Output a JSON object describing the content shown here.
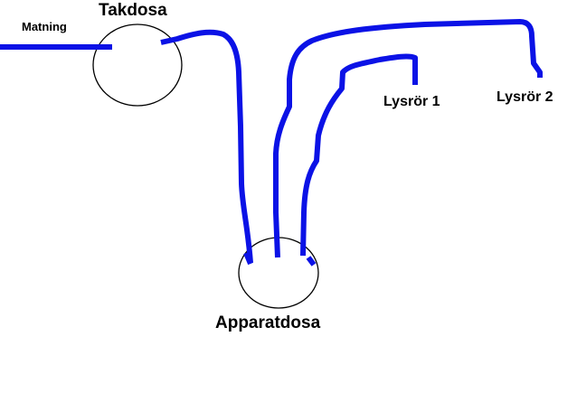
{
  "labels": {
    "matning": "Matning",
    "takdosa": "Takdosa",
    "apparatdosa": "Apparatdosa",
    "lysror1": "Lysrör 1",
    "lysror2": "Lysrör 2"
  },
  "colors": {
    "wire": "#0b12e6",
    "outline": "#000000",
    "background": "#ffffff"
  }
}
